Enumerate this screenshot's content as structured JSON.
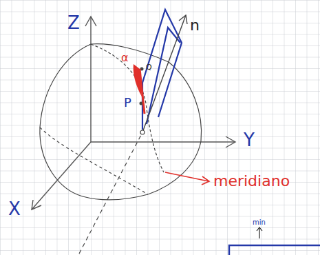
{
  "diagram": {
    "labels": [
      "Z",
      "Y",
      "X",
      "n",
      "α",
      "Q",
      "P",
      "meridiano",
      "min"
    ]
  }
}
